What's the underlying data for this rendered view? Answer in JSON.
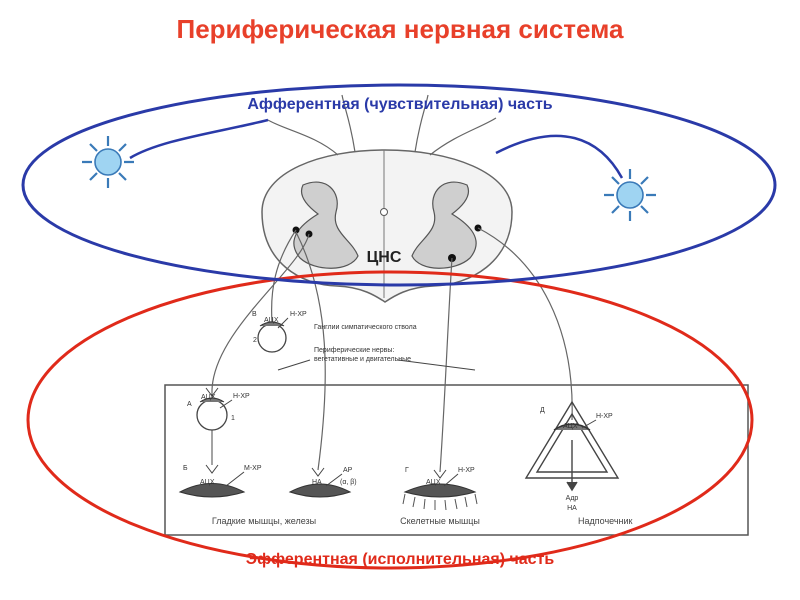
{
  "title": "Периферическая нервная система",
  "afferent_label": "Афферентная (чувствительная) часть",
  "efferent_label": "Эфферентная (исполнительная) часть",
  "cns_label": "ЦНС",
  "ganglion_label": "Ганглии симпатического ствола",
  "nerves_label_line1": "Периферические нервы:",
  "nerves_label_line2": "вегетативные и двигательные",
  "markers": {
    "ach": "АЦХ",
    "na": "НА",
    "nhr": "Н-ХР",
    "mhr": "М-ХР",
    "ar": "АР",
    "ab": "(α, β)",
    "adr": "Адр",
    "a": "А",
    "b": "Б",
    "v": "В",
    "g": "Г",
    "d": "Д",
    "n1": "1",
    "n2": "2"
  },
  "targets": {
    "smooth": "Гладкие мышцы, железы",
    "skeletal": "Скелетные мышцы",
    "adrenal": "Надпочечник"
  },
  "colors": {
    "title": "#e8402a",
    "afferent": "#2a3aa8",
    "efferent": "#e02a1a",
    "receptor_fill": "#9fd4f2",
    "receptor_stroke": "#3a7ab8"
  }
}
